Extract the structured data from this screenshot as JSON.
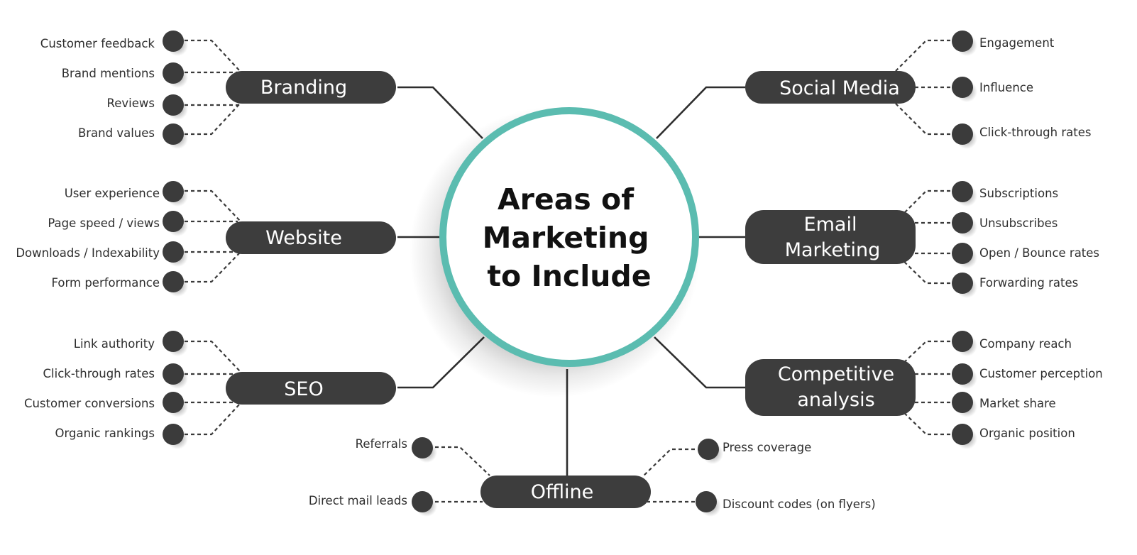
{
  "center": {
    "line1": "Areas of",
    "line2": "Marketing",
    "line3": "to Include",
    "ring_color": "#5bbcb0"
  },
  "branches": {
    "branding": {
      "label": "Branding",
      "items": [
        "Customer feedback",
        "Brand mentions",
        "Reviews",
        "Brand values"
      ]
    },
    "website": {
      "label": "Website",
      "items": [
        "User experience",
        "Page speed / views",
        "Downloads / Indexability",
        "Form performance"
      ]
    },
    "seo": {
      "label": "SEO",
      "items": [
        "Link authority",
        "Click-through rates",
        "Customer conversions",
        "Organic rankings"
      ]
    },
    "social": {
      "label": "Social Media",
      "items": [
        "Engagement",
        "Influence",
        "Click-through rates"
      ]
    },
    "email": {
      "label_line1": "Email",
      "label_line2": "Marketing",
      "items": [
        "Subscriptions",
        "Unsubscribes",
        "Open / Bounce rates",
        "Forwarding rates"
      ]
    },
    "competitive": {
      "label_line1": "Competitive",
      "label_line2": "analysis",
      "items": [
        "Company reach",
        "Customer perception",
        "Market share",
        "Organic position"
      ]
    },
    "offline": {
      "label": "Offline",
      "left_items": [
        "Referrals",
        "Direct mail leads"
      ],
      "right_items": [
        "Press coverage",
        "Discount codes (on flyers)"
      ]
    }
  }
}
